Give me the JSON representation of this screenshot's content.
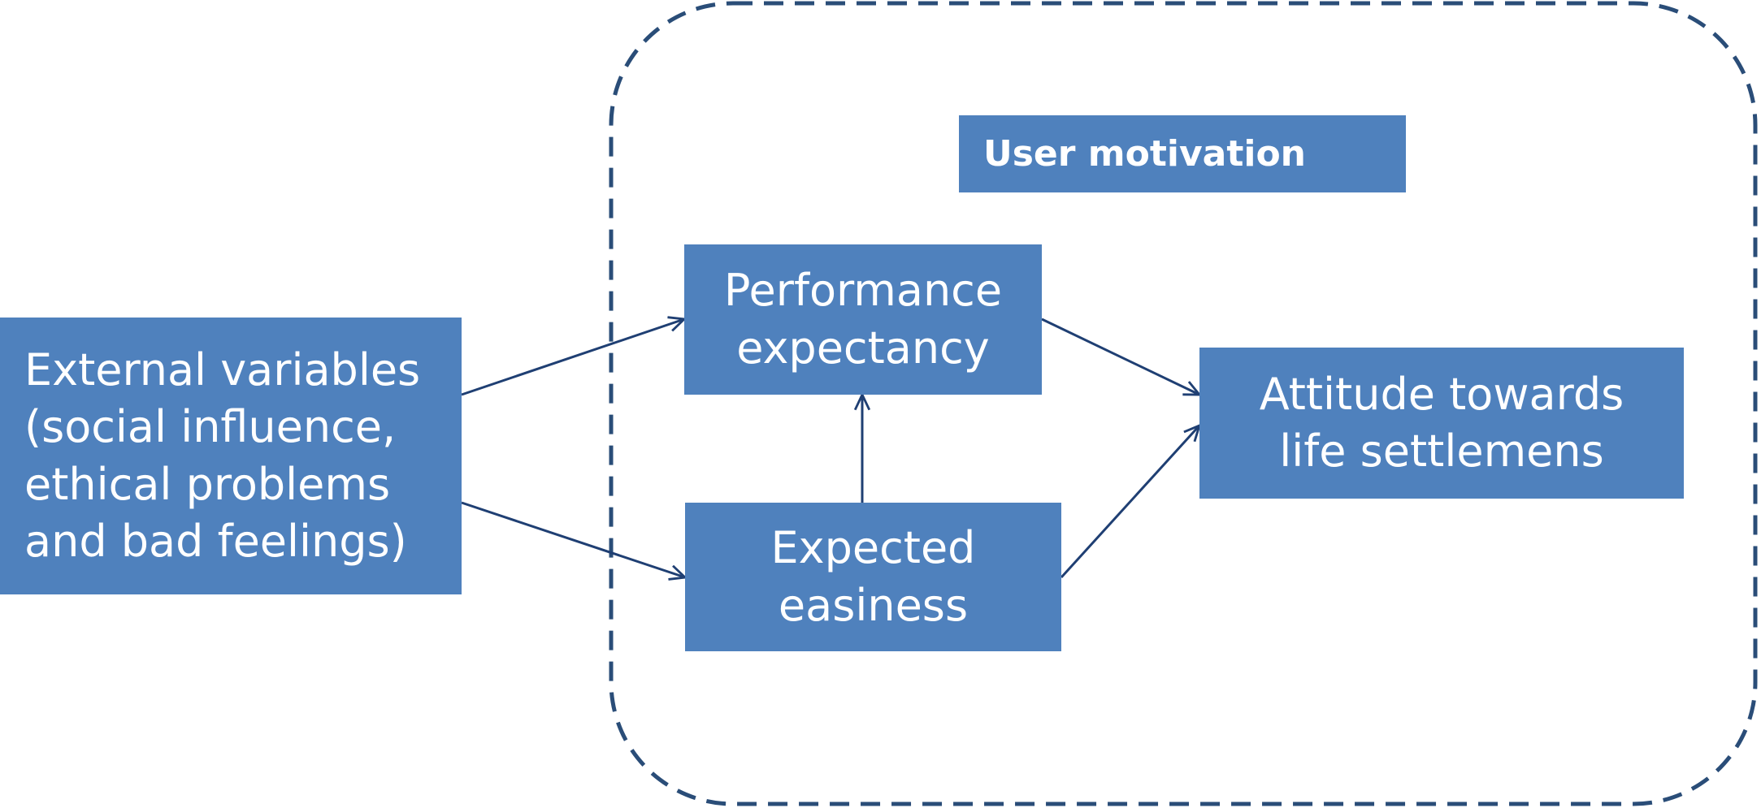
{
  "colors": {
    "box_fill": "#4f81bd",
    "box_text": "#ffffff",
    "arrow": "#1f3f73",
    "dashed_border": "#2a4d78"
  },
  "motivation_group": {
    "label": "User motivation"
  },
  "nodes": {
    "external_variables": {
      "lines": [
        "External variables",
        "(social influence,",
        "ethical problems",
        "and bad feelings)"
      ]
    },
    "performance_expectancy": {
      "lines": [
        "Performance",
        "expectancy"
      ]
    },
    "expected_easiness": {
      "lines": [
        "Expected",
        "easiness"
      ]
    },
    "attitude": {
      "lines": [
        "Attitude towards",
        "life settlemens"
      ]
    }
  },
  "edges": [
    {
      "from": "external_variables",
      "to": "performance_expectancy"
    },
    {
      "from": "external_variables",
      "to": "expected_easiness"
    },
    {
      "from": "expected_easiness",
      "to": "performance_expectancy"
    },
    {
      "from": "performance_expectancy",
      "to": "attitude"
    },
    {
      "from": "expected_easiness",
      "to": "attitude"
    }
  ]
}
